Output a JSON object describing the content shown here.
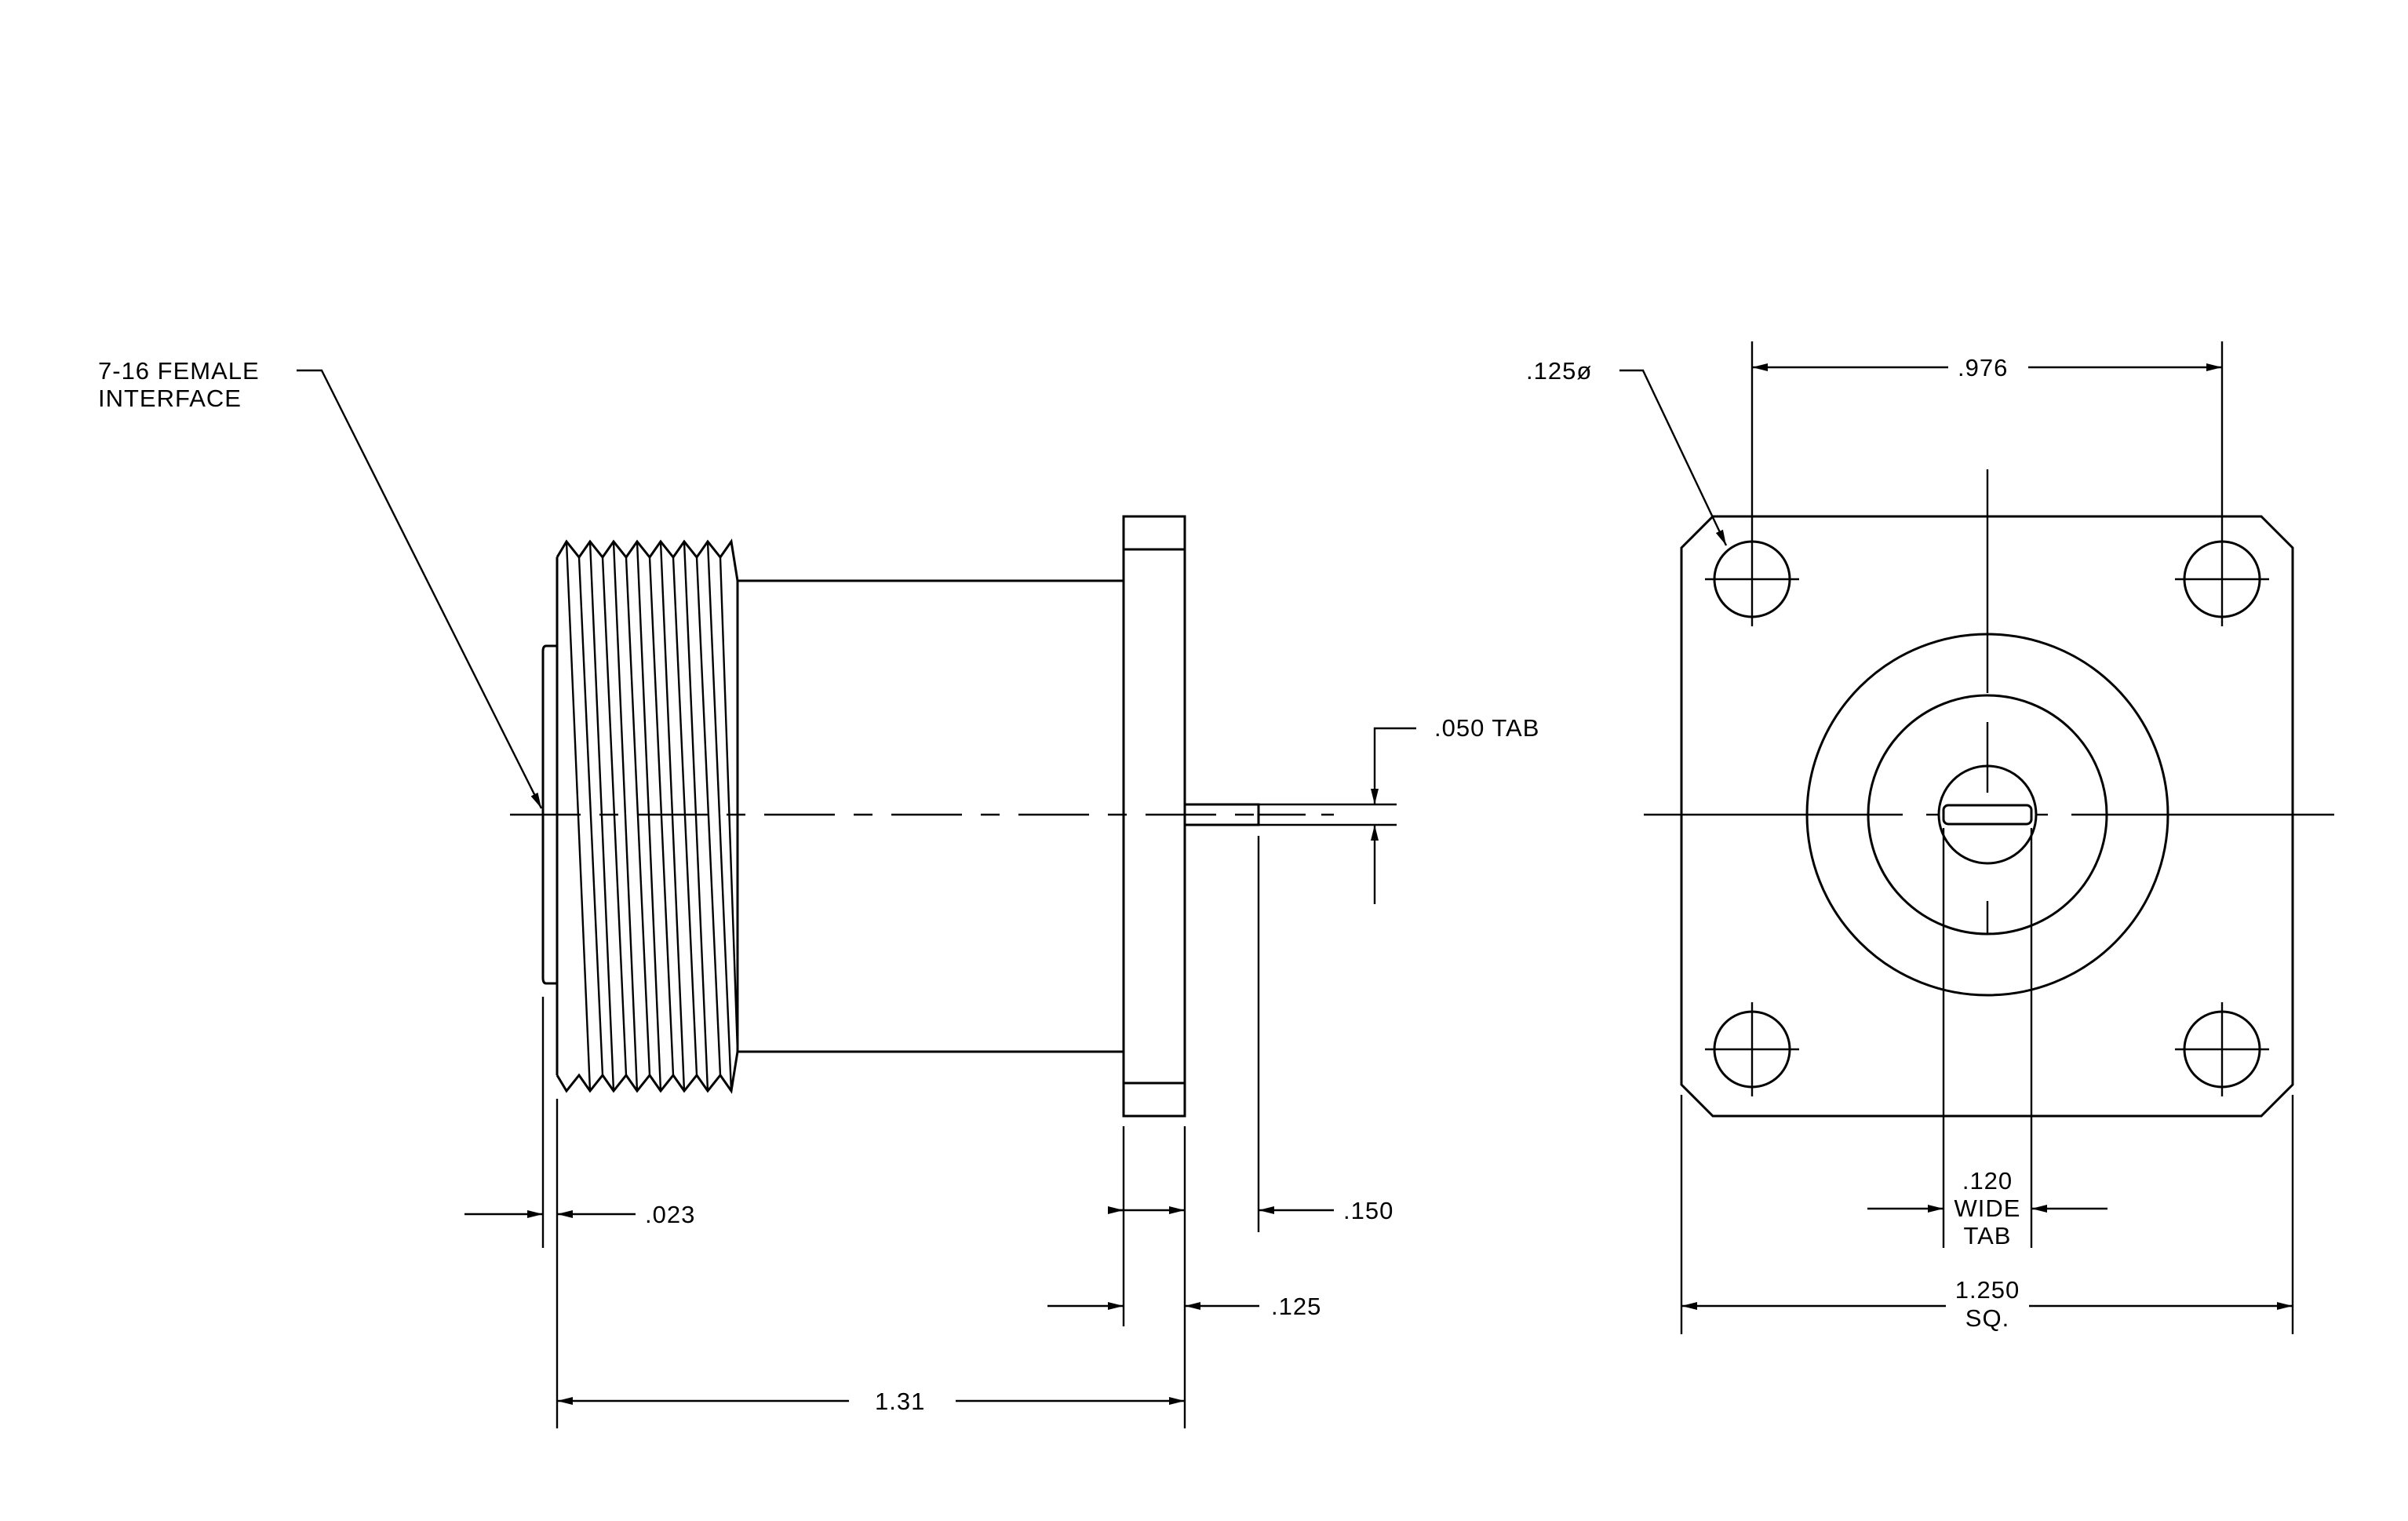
{
  "callouts": {
    "interface_line1": "7-16 FEMALE",
    "interface_line2": "INTERFACE",
    "tab_thickness": ".050 TAB",
    "hole_dia": ".125ø"
  },
  "dimensions": {
    "gap": ".023",
    "flange_thickness": ".125",
    "tab_extension": ".150",
    "overall_length": "1.31",
    "hole_spacing": ".976",
    "tab_width_line1": ".120",
    "tab_width_line2": "WIDE",
    "tab_width_line3": "TAB",
    "square_line1": "1.250",
    "square_line2": "SQ."
  }
}
